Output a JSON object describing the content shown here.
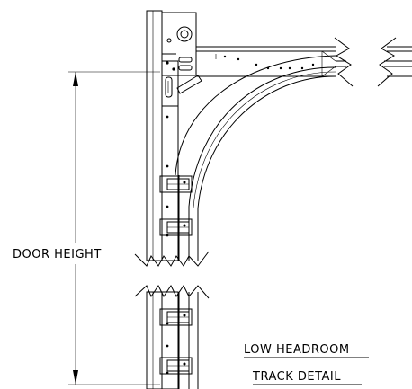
{
  "diagram": {
    "dimension_label": "DOOR HEIGHT",
    "title_line1": "LOW HEADROOM",
    "title_line2": "TRACK DETAIL"
  },
  "colors": {
    "line": "#000000",
    "background": "#ffffff"
  }
}
